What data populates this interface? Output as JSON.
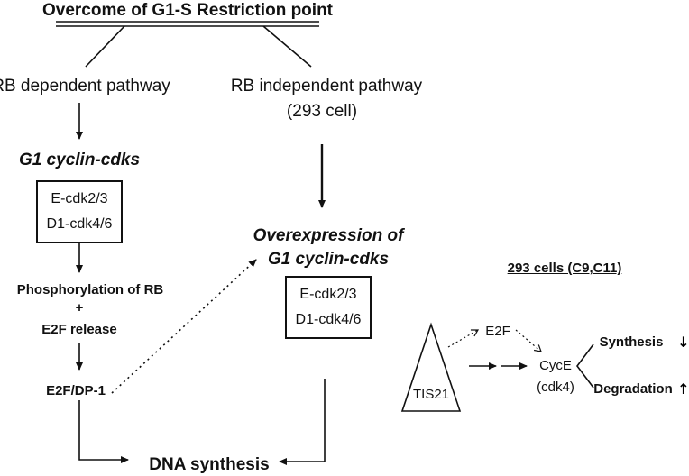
{
  "title": "Overcome of G1-S Restriction point",
  "left": {
    "pathway": "RB dependent pathway",
    "cyclins": "G1 cyclin-cdks",
    "box": [
      "E-cdk2/3",
      "D1-cdk4/6"
    ],
    "phospho": "Phosphorylation of RB",
    "plus": "+",
    "release": "E2F release",
    "e2f_dp": "E2F/DP-1"
  },
  "right": {
    "pathway": "RB independent pathway",
    "cell": "(293 cell)",
    "overexpression_1": "Overexpression of",
    "overexpression_2": "G1 cyclin-cdks",
    "box": [
      "E-cdk2/3",
      "D1-cdk4/6"
    ]
  },
  "dna_synthesis": "DNA synthesis",
  "inset": {
    "heading": "293 cells (C9,C11)",
    "tis21": "TIS21",
    "e2f": "E2F",
    "cyce": "CycE",
    "cdk4": "(cdk4)",
    "synthesis": "Synthesis",
    "degradation": "Degradation",
    "down_arrow": "↓",
    "up_arrow": "↑"
  }
}
